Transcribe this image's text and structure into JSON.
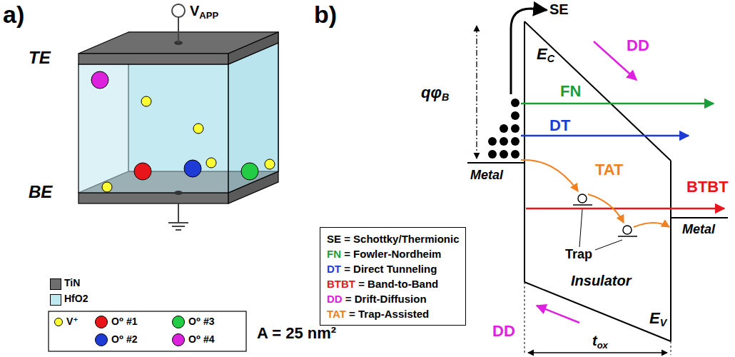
{
  "diagram": {
    "nodes": [
      {
        "text": [
          "SE = Schottky/Thermionic",
          "FN = Fowler-Nordheim",
          "DT = Direct Tunneling",
          "BTBT = Band-to-Band",
          "DD = Drift-Diffusion",
          "TAT = Trap-Assisted"
        ]
      }
    ],
    "labels": [
      "a)",
      "VAPP",
      "TE",
      "BE",
      "A = 25 nm²",
      "b)",
      "SE",
      "qφB",
      "EC",
      "DD",
      "FN",
      "DT",
      "TAT",
      "BTBT",
      "Metal",
      "Trap",
      "Metal",
      "Insulator",
      "DD",
      "EV",
      "tox"
    ],
    "legend": [
      {
        "text": "TiN",
        "color": "#6e6e6e"
      },
      {
        "text": "HfO2",
        "color": "#bfe8ef"
      },
      {
        "text": "V⁺",
        "color": "#ffff33"
      },
      {
        "text": "O⁰ #1",
        "color": "#e8161b"
      },
      {
        "text": "O⁰ #3",
        "color": "#22cc44"
      },
      {
        "text": "O⁰ #2",
        "color": "#1f3bd6"
      },
      {
        "text": "O⁰ #4",
        "color": "#dd22dd"
      }
    ]
  }
}
